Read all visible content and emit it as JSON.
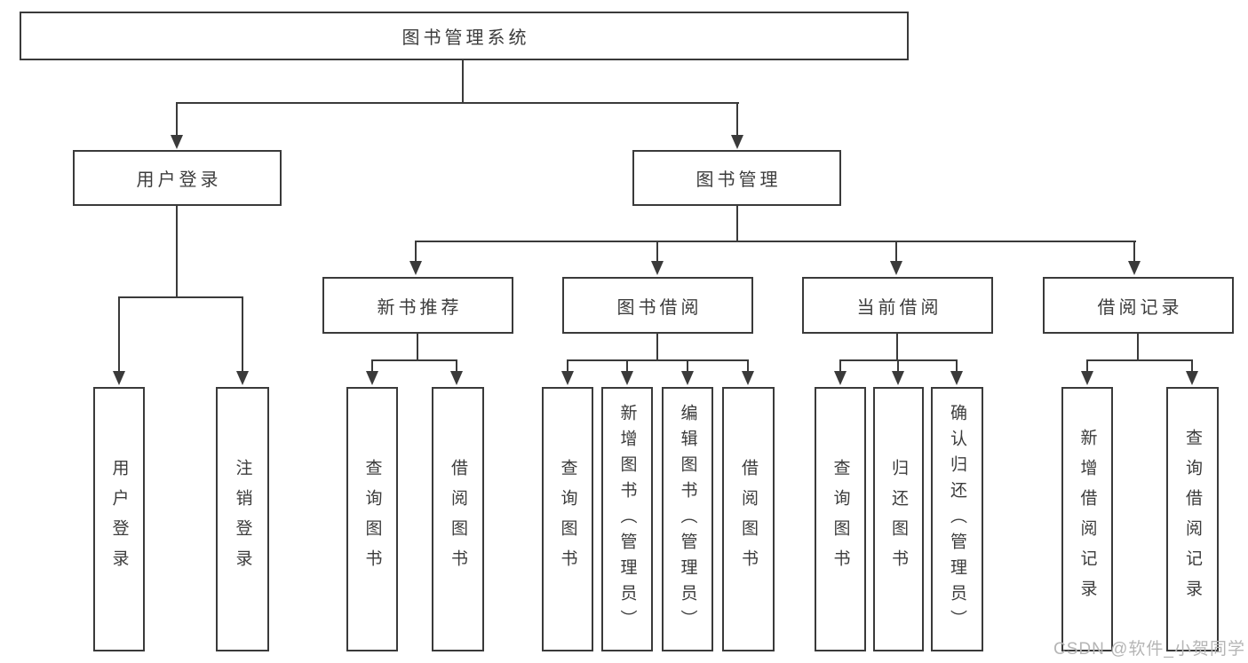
{
  "tree": {
    "root": "图书管理系统",
    "children": [
      {
        "label": "用户登录",
        "children": [
          "用户登录",
          "注销登录"
        ]
      },
      {
        "label": "图书管理",
        "children": [
          {
            "label": "新书推荐",
            "children": [
              "查询图书",
              "借阅图书"
            ]
          },
          {
            "label": "图书借阅",
            "children": [
              "查询图书",
              "新增图书（管理员）",
              "编辑图书（管理员）",
              "借阅图书"
            ]
          },
          {
            "label": "当前借阅",
            "children": [
              "查询图书",
              "归还图书",
              "确认归还（管理员）"
            ]
          },
          {
            "label": "借阅记录",
            "children": [
              "新增借阅记录",
              "查询借阅记录"
            ]
          }
        ]
      }
    ]
  },
  "watermark": "CSDN @软件_小贺同学",
  "colors": {
    "line": "#3a3a3a",
    "text": "#3c3c3c",
    "watermark": "#b5b5b5",
    "background": "#ffffff"
  }
}
